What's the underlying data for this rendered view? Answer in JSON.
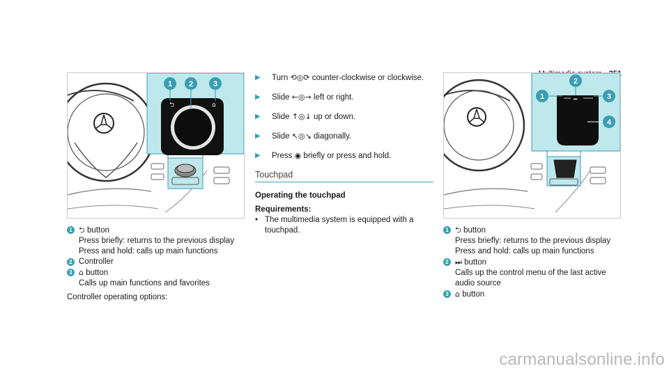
{
  "header": {
    "title": "Multimedia system",
    "page_number": "251"
  },
  "colors": {
    "accent": "#3a9db3",
    "highlight_panel": "#bfe8ec"
  },
  "figure_left": {
    "callouts": [
      "1",
      "2",
      "3"
    ]
  },
  "figure_right": {
    "callouts": [
      "1",
      "2",
      "3",
      "4"
    ]
  },
  "left_list": {
    "items": [
      {
        "badge": "1",
        "icon": "⮌",
        "label": "button",
        "lines": [
          "Press briefly: returns to the previous display",
          "Press and hold: calls up main functions"
        ]
      },
      {
        "badge": "2",
        "icon": "",
        "label": "Controller",
        "lines": []
      },
      {
        "badge": "3",
        "icon": "⌂",
        "label": "button",
        "lines": [
          "Calls up main functions and favorites"
        ]
      }
    ],
    "footer": "Controller operating options:"
  },
  "middle": {
    "bullets": [
      {
        "pre": "Turn",
        "icon": "⟲◎⟳",
        "post": "counter-clockwise or clockwise."
      },
      {
        "pre": "Slide",
        "icon": "←◎→",
        "post": "left or right."
      },
      {
        "pre": "Slide",
        "icon": "↑◎↓",
        "post": "up or down."
      },
      {
        "pre": "Slide",
        "icon": "↖◎↘",
        "post": "diagonally."
      },
      {
        "pre": "Press",
        "icon": "◉",
        "post": "briefly or press and hold."
      }
    ],
    "section_title": "Touchpad",
    "subheading": "Operating the touchpad",
    "requirements_label": "Requirements:",
    "requirements": [
      "The multimedia system is equipped with a touchpad."
    ]
  },
  "right_list": {
    "items": [
      {
        "badge": "1",
        "icon": "⮌",
        "label": "button",
        "lines": [
          "Press briefly: returns to the previous display",
          "Press and hold: calls up main functions"
        ]
      },
      {
        "badge": "2",
        "icon": "⏭",
        "label": "button",
        "lines": [
          "Calls up the control menu of the last active audio source"
        ]
      },
      {
        "badge": "3",
        "icon": "⌂",
        "label": "button",
        "lines": []
      }
    ]
  },
  "watermark": "carmanualsonline.info"
}
